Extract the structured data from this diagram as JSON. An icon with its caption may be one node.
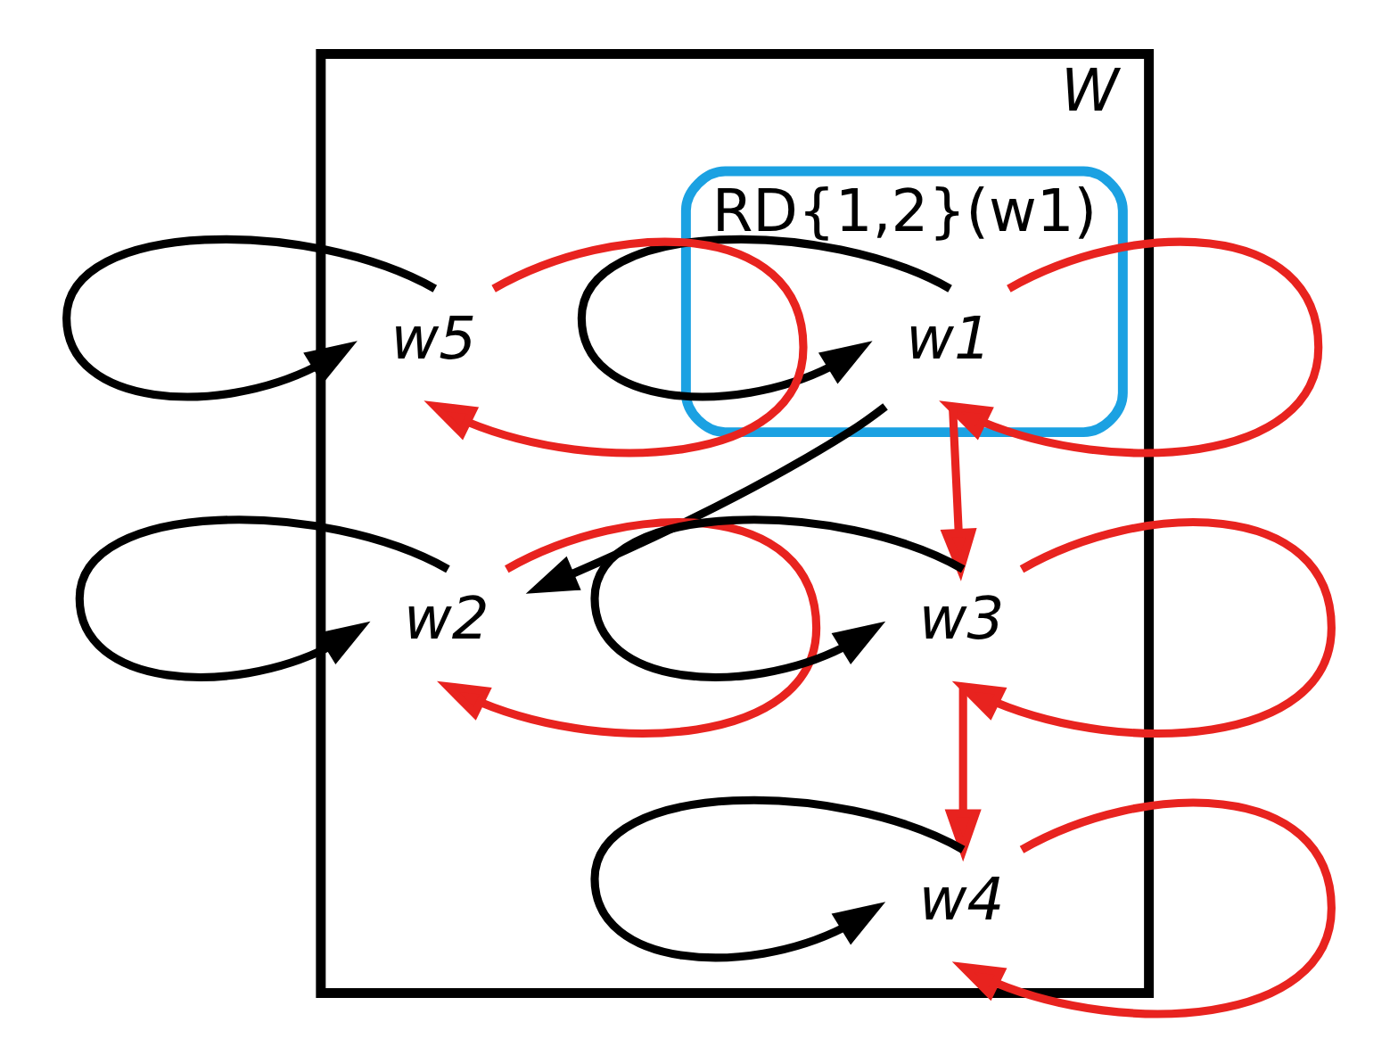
{
  "diagram": {
    "nodes": [
      {
        "text": [
          "W"
        ]
      },
      {
        "text": [
          "RD{1,2}(w1)"
        ],
        "in": 0
      },
      {
        "text": [
          "w1"
        ],
        "in": 1
      },
      {
        "text": [
          "w2"
        ],
        "in": 0
      },
      {
        "text": [
          "w3"
        ],
        "in": 0
      },
      {
        "text": [
          "w4"
        ],
        "in": 0
      },
      {
        "text": [
          "w5"
        ],
        "in": 0
      }
    ],
    "edges": [
      {
        "from": 2,
        "to": 2,
        "arrow": "to",
        "color": "#000000"
      },
      {
        "from": 2,
        "to": 2,
        "arrow": "to"
      },
      {
        "from": 3,
        "to": 3,
        "arrow": "to",
        "color": "#000000"
      },
      {
        "from": 3,
        "to": 3,
        "arrow": "to"
      },
      {
        "from": 2,
        "to": 3,
        "arrow": "to",
        "color": "#000000"
      },
      {
        "from": 2,
        "to": 4,
        "arrow": "to"
      },
      {
        "from": 4,
        "to": 4,
        "arrow": "to",
        "color": "#000000"
      },
      {
        "from": 4,
        "to": 4,
        "arrow": "to"
      },
      {
        "from": 4,
        "to": 5,
        "arrow": "to"
      },
      {
        "from": 5,
        "to": 5,
        "arrow": "to",
        "color": "#000000"
      },
      {
        "from": 5,
        "to": 5,
        "arrow": "to"
      },
      {
        "from": 6,
        "to": 6,
        "arrow": "to",
        "color": "#000000"
      },
      {
        "from": 6,
        "to": 6,
        "arrow": "to"
      }
    ]
  }
}
